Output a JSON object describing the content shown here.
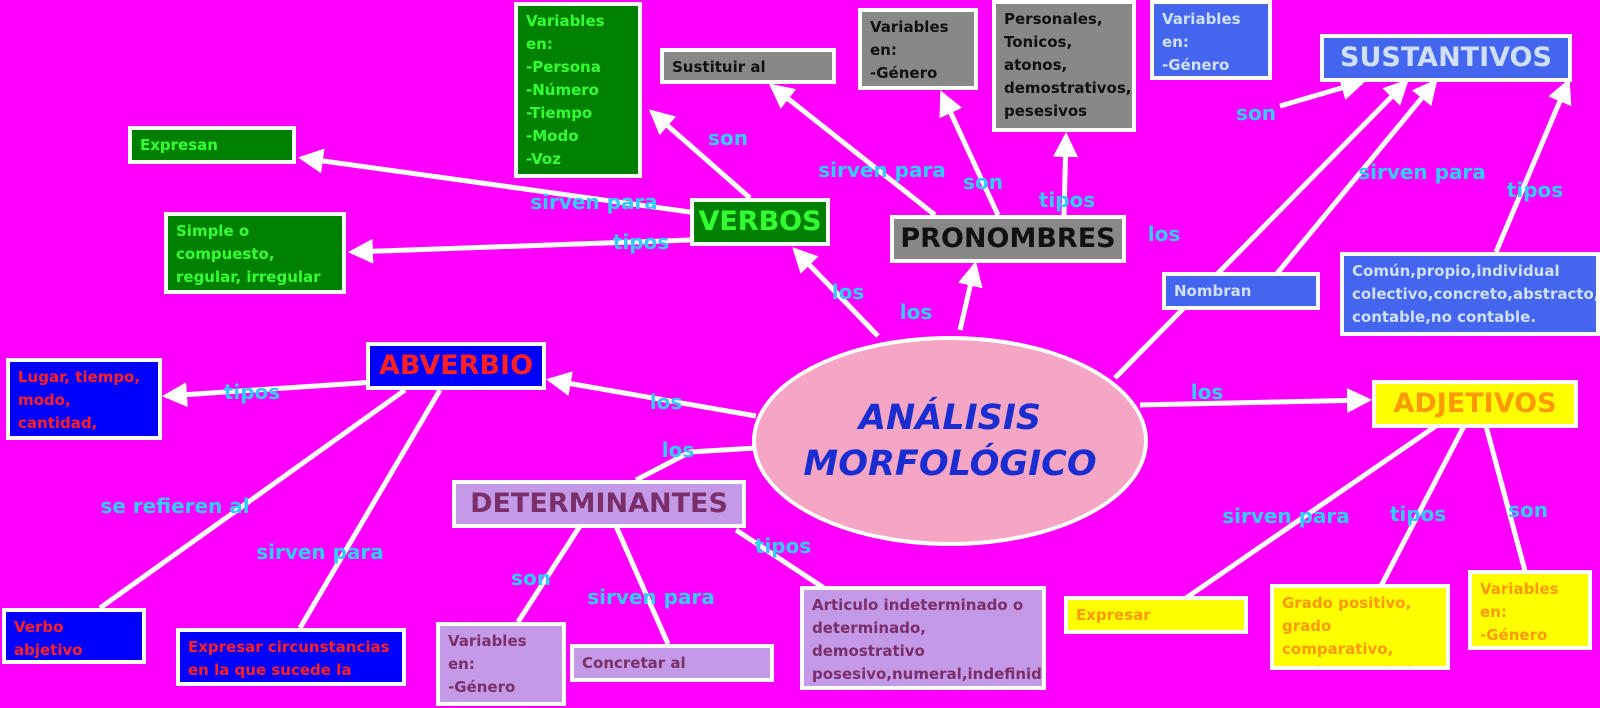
{
  "center": {
    "line1": "ANÁLISIS",
    "line2": "MORFOLÓGICO"
  },
  "titles": {
    "verbos": "VERBOS",
    "pronombres": "PRONOMBRES",
    "sustantivos": "SUSTANTIVOS",
    "adjetivos": "ADJETIVOS",
    "determinantes": "DETERMINANTES",
    "abverbio": "ABVERBIO"
  },
  "boxes": {
    "expresan_acciones": "Expresan acciones",
    "verbos_variables": "Variables en:\n-Persona\n-Número\n-Tiempo\n-Modo\n-Voz\n-Conjugacion",
    "verbos_tipos": "Simple o compuesto,\nregular, irregular\ndefectivo",
    "sustituir": "Sustituir al nombre",
    "pron_variables": "Variables en:\n-Género\n-Número",
    "pron_tipos": "Personales,\nTonicos,\natonos,\ndemostrativos,\npesesivos",
    "sust_variables": "Variables en:\n-Género\n-Número",
    "nombran": "Nombran objetos",
    "sust_tipos": "Común,propio,individual\ncolectivo,concreto,abstracto,\ncontable,no contable.",
    "abv_tipos": "Lugar, tiempo,\nmodo, cantidad,\nafirmacion,duda.",
    "abv_refieren": "Verbo abjetivo\nu otro abverbio",
    "abv_sirven": "Expresar circunstancias\nen la que sucede la accion",
    "det_variables": "Variables en:\n-Género\n-Número",
    "det_sirven": "Concretar al sustantivo",
    "det_tipos": "Articulo indeterminado o\ndeterminado, demostrativo\nposesivo,numeral,indefinido,\ninterrogativo.",
    "adj_sirven": "Expresar cualidades",
    "adj_tipos": "Grado positivo,\ngrado comparativo,\ngrado superlativo.",
    "adj_variables": "Variables en:\n-Género\n-Número"
  },
  "labels": {
    "los_verbos": "los",
    "los_pronombres": "los",
    "los_sustantivos": "los",
    "los_adjetivos": "los",
    "los_determinantes": "los",
    "los_abverbio": "los",
    "verbos_son": "son",
    "verbos_sirven": "sirven para",
    "verbos_tipos": "tipos",
    "pron_sirven": "sirven para",
    "pron_son": "son",
    "pron_tipos": "tipos",
    "sust_son": "son",
    "sust_sirven": "sirven para",
    "sust_tipos": "tipos",
    "abv_tipos": "tipos",
    "abv_refieren": "se refieren al",
    "abv_sirven": "sirven para",
    "det_son": "son",
    "det_sirven": "sirven para",
    "det_tipos": "tipos",
    "adj_sirven": "sirven para",
    "adj_tipos": "tipos",
    "adj_son": "son"
  },
  "colors": {
    "background": "#ff00ff",
    "connector": "#ffffff",
    "label": "#33ccff",
    "verbos": "#008000",
    "pronombres": "#888888",
    "sustantivos": "#4466ee",
    "adjetivos": "#ffff00",
    "abverbio": "#0000ff",
    "determinantes": "#c49ae8"
  }
}
